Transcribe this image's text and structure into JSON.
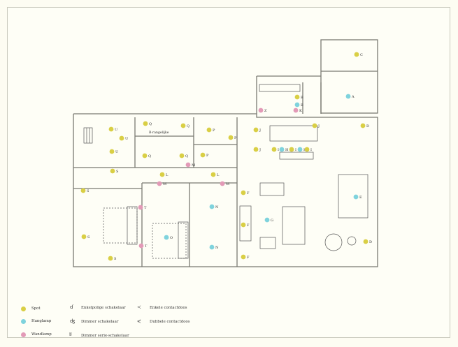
{
  "colors": {
    "spot": "#d9cf45",
    "hanglamp": "#7fd3dd",
    "wandlamp": "#e39ab7",
    "wall": "#7a7a72",
    "furniture": "#555555"
  },
  "legend": {
    "spot_label": "Spot",
    "hanglamp_label": "Hanglamp",
    "wandlamp_label": "Wandlamp",
    "switch_single_label": "Enkelpolige schakelaar",
    "switch_dimmer_label": "Dimmer schakelaar",
    "switch_dimmer_serial_label": "Dimmer serie-schakelaar",
    "socket_single_label": "Enkele contactdoos",
    "socket_double_label": "Dubbele contactdoos"
  },
  "rooms": {
    "bathroom_label": "B-rangelijke"
  },
  "fixtures": [
    {
      "type": "spot",
      "letter": "C"
    },
    {
      "type": "hanglamp",
      "letter": "A"
    },
    {
      "type": "spot",
      "letter": "B"
    },
    {
      "type": "hanglamp",
      "letter": "B"
    },
    {
      "type": "wandlamp",
      "letter": "K"
    },
    {
      "type": "wandlamp",
      "letter": "Z"
    },
    {
      "type": "spot",
      "letter": "U"
    },
    {
      "type": "spot",
      "letter": "U"
    },
    {
      "type": "spot",
      "letter": "U"
    },
    {
      "type": "spot",
      "letter": "Q"
    },
    {
      "type": "spot",
      "letter": "Q"
    },
    {
      "type": "spot",
      "letter": "Q"
    },
    {
      "type": "spot",
      "letter": "Q"
    },
    {
      "type": "spot",
      "letter": "P"
    },
    {
      "type": "spot",
      "letter": "P"
    },
    {
      "type": "spot",
      "letter": "P"
    },
    {
      "type": "spot",
      "letter": "S"
    },
    {
      "type": "spot",
      "letter": "S"
    },
    {
      "type": "spot",
      "letter": "S"
    },
    {
      "type": "spot",
      "letter": "S"
    },
    {
      "type": "spot",
      "letter": "L"
    },
    {
      "type": "spot",
      "letter": "L"
    },
    {
      "type": "wandlamp",
      "letter": "M"
    },
    {
      "type": "wandlamp",
      "letter": "M"
    },
    {
      "type": "wandlamp",
      "letter": "M"
    },
    {
      "type": "hanglamp",
      "letter": "N"
    },
    {
      "type": "hanglamp",
      "letter": "N"
    },
    {
      "type": "hanglamp",
      "letter": "O"
    },
    {
      "type": "wandlamp",
      "letter": "T"
    },
    {
      "type": "wandlamp",
      "letter": "T"
    },
    {
      "type": "spot",
      "letter": "J"
    },
    {
      "type": "spot",
      "letter": "J"
    },
    {
      "type": "spot",
      "letter": "I"
    },
    {
      "type": "hanglamp",
      "letter": "H"
    },
    {
      "type": "spot",
      "letter": "I"
    },
    {
      "type": "hanglamp",
      "letter": "H"
    },
    {
      "type": "spot",
      "letter": "I"
    },
    {
      "type": "spot",
      "letter": "J"
    },
    {
      "type": "spot",
      "letter": "D"
    },
    {
      "type": "spot",
      "letter": "D"
    },
    {
      "type": "hanglamp",
      "letter": "E"
    },
    {
      "type": "hanglamp",
      "letter": "G"
    },
    {
      "type": "spot",
      "letter": "F"
    },
    {
      "type": "spot",
      "letter": "F"
    },
    {
      "type": "spot",
      "letter": "F"
    }
  ]
}
